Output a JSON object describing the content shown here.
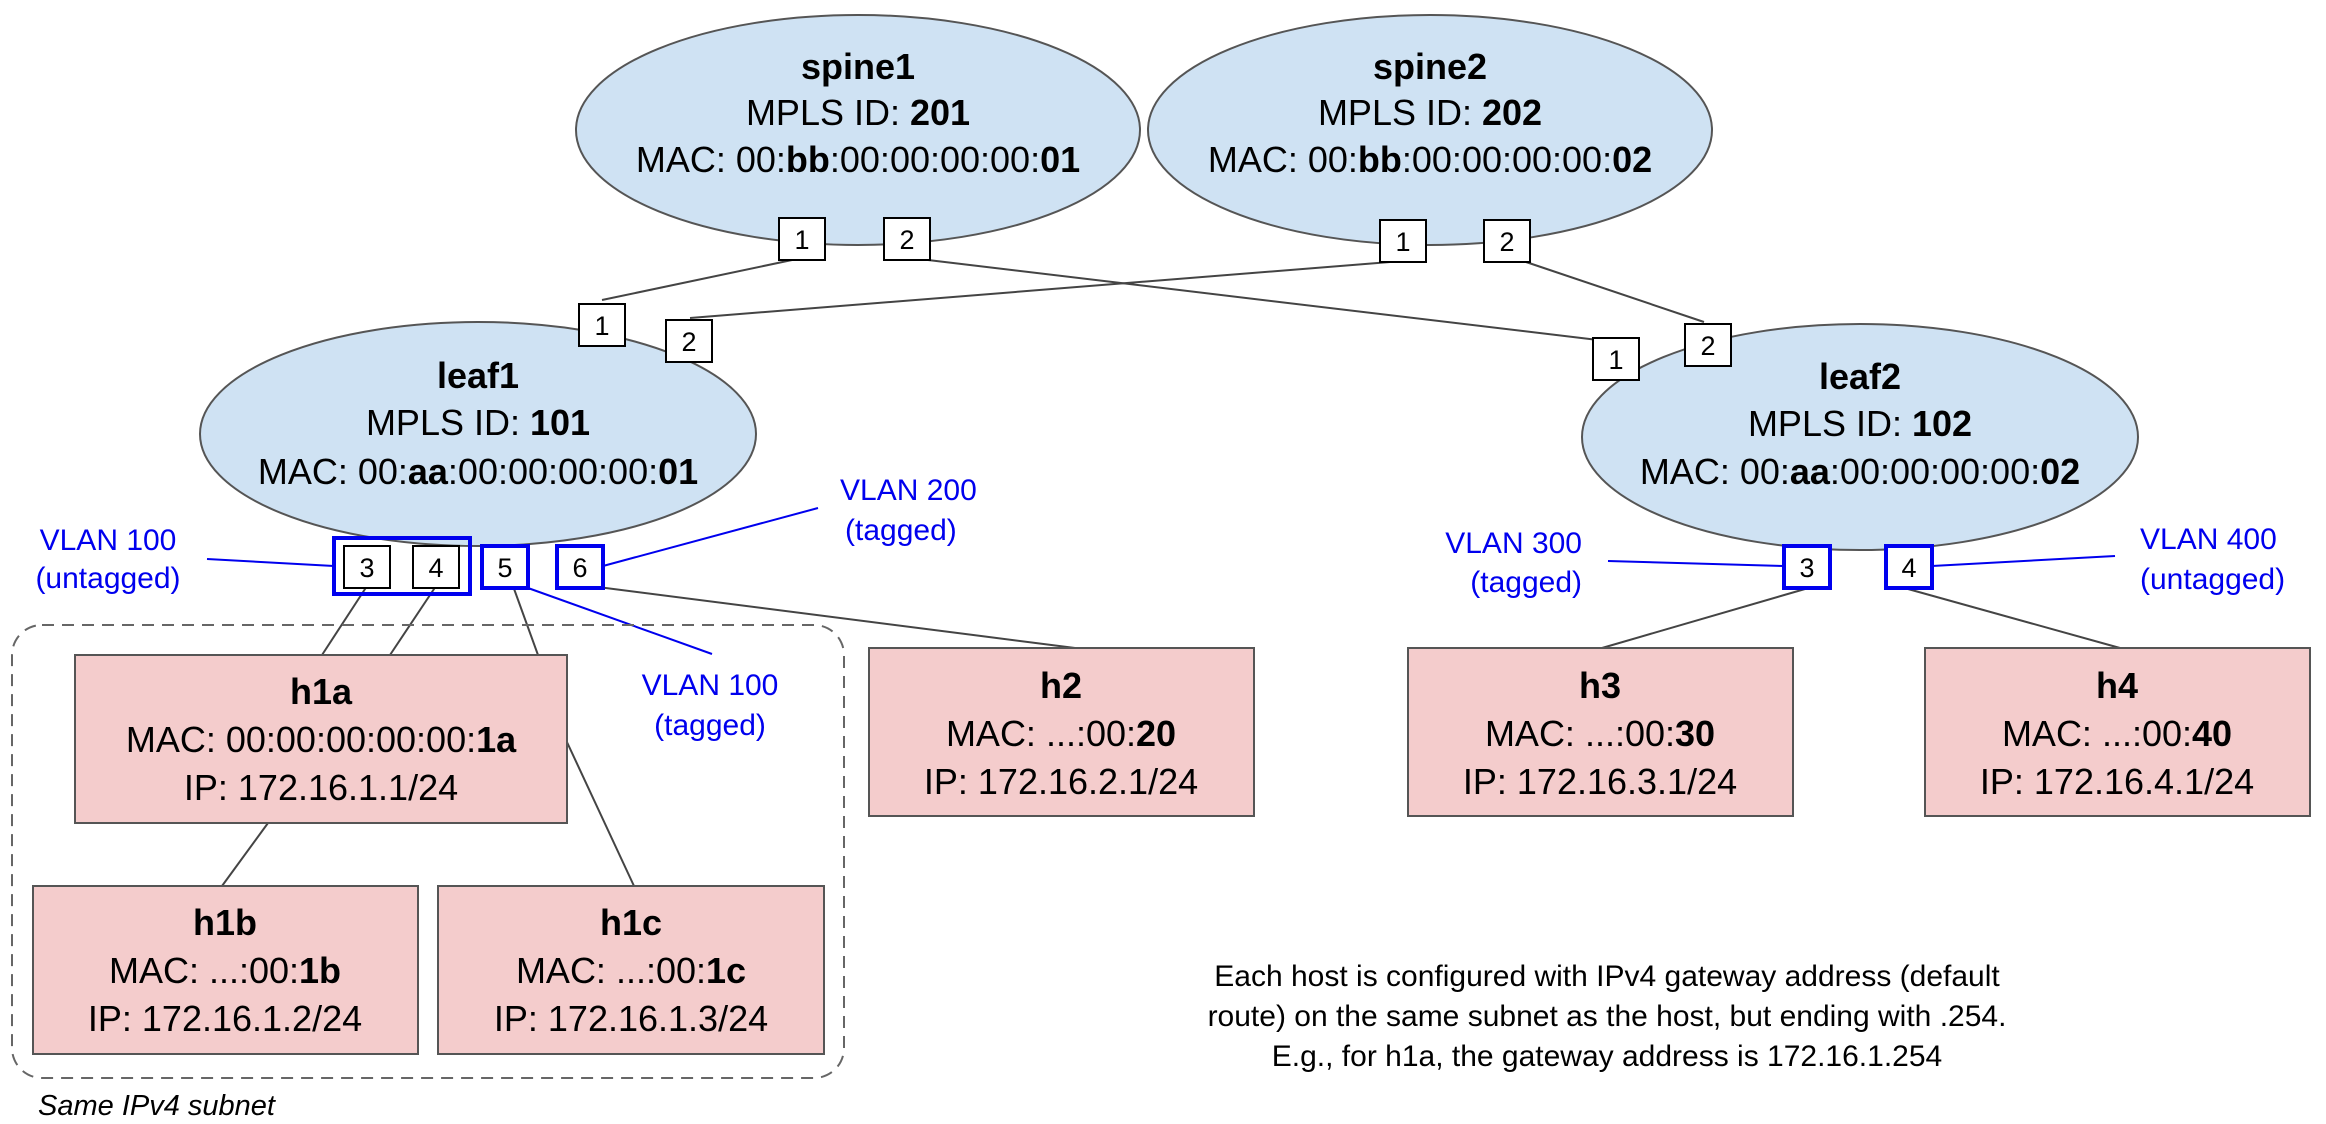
{
  "switches": [
    {
      "id": "spine1",
      "name": "spine1",
      "mpls_label": "MPLS ID: ",
      "mpls_id": "201",
      "mac_label": "MAC: 00:",
      "mac_bold1": "bb",
      "mac_mid": ":00:00:00:00:",
      "mac_bold2": "01",
      "ports": [
        "1",
        "2"
      ]
    },
    {
      "id": "spine2",
      "name": "spine2",
      "mpls_label": "MPLS ID: ",
      "mpls_id": "202",
      "mac_label": "MAC: 00:",
      "mac_bold1": "bb",
      "mac_mid": ":00:00:00:00:",
      "mac_bold2": "02",
      "ports": [
        "1",
        "2"
      ]
    },
    {
      "id": "leaf1",
      "name": "leaf1",
      "mpls_label": "MPLS ID: ",
      "mpls_id": "101",
      "mac_label": "MAC: 00:",
      "mac_bold1": "aa",
      "mac_mid": ":00:00:00:00:",
      "mac_bold2": "01",
      "ports": [
        "1",
        "2",
        "3",
        "4",
        "5",
        "6"
      ]
    },
    {
      "id": "leaf2",
      "name": "leaf2",
      "mpls_label": "MPLS ID: ",
      "mpls_id": "102",
      "mac_label": "MAC: 00:",
      "mac_bold1": "aa",
      "mac_mid": ":00:00:00:00:",
      "mac_bold2": "02",
      "ports": [
        "1",
        "2",
        "3",
        "4"
      ]
    }
  ],
  "hosts": [
    {
      "id": "h1a",
      "name": "h1a",
      "mac_prefix": "MAC: 00:00:00:00:00:",
      "mac_bold": "1a",
      "ip": "IP: 172.16.1.1/24"
    },
    {
      "id": "h1b",
      "name": "h1b",
      "mac_prefix": "MAC: ...:00:",
      "mac_bold": "1b",
      "ip": "IP: 172.16.1.2/24"
    },
    {
      "id": "h1c",
      "name": "h1c",
      "mac_prefix": "MAC: ...:00:",
      "mac_bold": "1c",
      "ip": "IP: 172.16.1.3/24"
    },
    {
      "id": "h2",
      "name": "h2",
      "mac_prefix": "MAC: ...:00:",
      "mac_bold": "20",
      "ip": "IP: 172.16.2.1/24"
    },
    {
      "id": "h3",
      "name": "h3",
      "mac_prefix": "MAC: ...:00:",
      "mac_bold": "30",
      "ip": "IP: 172.16.3.1/24"
    },
    {
      "id": "h4",
      "name": "h4",
      "mac_prefix": "MAC: ...:00:",
      "mac_bold": "40",
      "ip": "IP: 172.16.4.1/24"
    }
  ],
  "vlans": {
    "leaf1_3_4": [
      "VLAN 100",
      "(untagged)"
    ],
    "leaf1_5": [
      "VLAN 100",
      "(tagged)"
    ],
    "leaf1_6": [
      "VLAN 200",
      "(tagged)"
    ],
    "leaf2_3": [
      "VLAN 300",
      "(tagged)"
    ],
    "leaf2_4": [
      "VLAN 400",
      "(untagged)"
    ]
  },
  "subnet_label": "Same IPv4 subnet",
  "note": [
    "Each host is configured with IPv4 gateway address (default",
    "route) on the same subnet as the host, but ending with .254.",
    "E.g., for h1a, the gateway address is 172.16.1.254"
  ],
  "colors": {
    "switch_fill": "#cfe2f3",
    "host_fill": "#f4cccc",
    "vlan_blue": "#0000ee",
    "line": "#444444"
  }
}
